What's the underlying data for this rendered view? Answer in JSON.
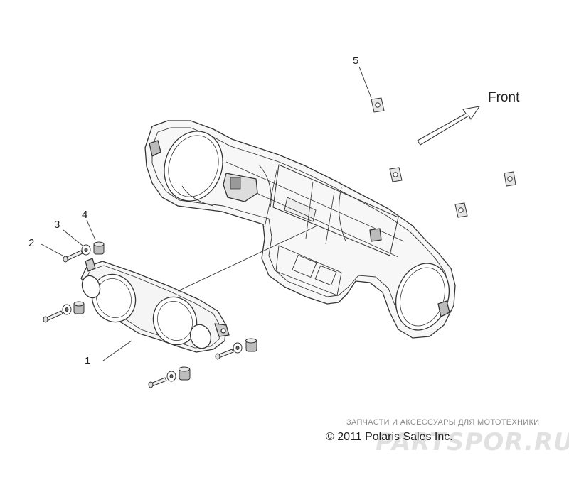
{
  "diagram": {
    "direction_label": "Front",
    "callouts": {
      "part1": "1",
      "part2": "2",
      "part3": "3",
      "part4": "4",
      "part5": "5"
    }
  },
  "footer": {
    "copyright": "© 2011 Polaris Sales Inc."
  },
  "watermark": {
    "tagline": "ЗАПЧАСТИ И АКСЕССУАРЫ ДЛЯ МОТОТЕХНИКИ",
    "logo": "PARTSPOR.RU"
  }
}
